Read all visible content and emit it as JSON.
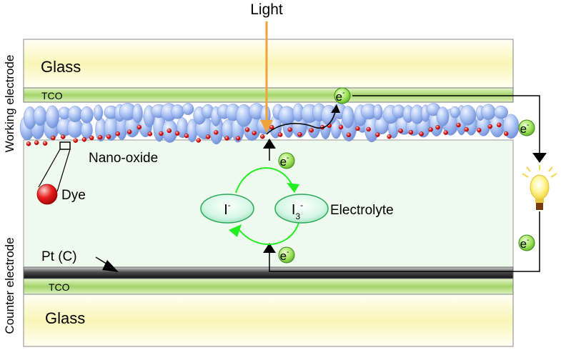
{
  "labels": {
    "light": "Light",
    "working_electrode": "Working electrode",
    "counter_electrode": "Counter electrode",
    "glass_top": "Glass",
    "glass_bottom": "Glass",
    "tco_top": "TCO",
    "tco_bottom": "TCO",
    "nano_oxide": "Nano-oxide",
    "dye": "Dye",
    "electrolyte": "Electrolyte",
    "pt": "Pt (C)",
    "iodide": "I",
    "iodide_sup": "-",
    "triiodide": "I",
    "triiodide_sub": "3",
    "triiodide_sup": "-",
    "electron": "e",
    "electron_sup": "-"
  },
  "colors": {
    "glass_fill": "#fbf8c8",
    "tco_fill": "#a8d870",
    "electrolyte_fill": "#effaef",
    "particle_fill": "#a9c2f3",
    "dye_red": "#d81818",
    "light_beam": "#f2a23a",
    "redox_green": "#22ee22",
    "electron_badge": "#9ee25a",
    "pt_layer": "#222222"
  }
}
